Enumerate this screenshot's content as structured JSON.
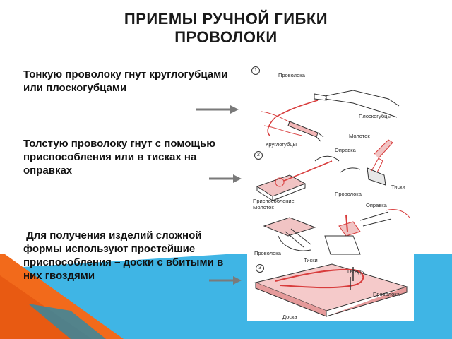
{
  "slide": {
    "title_line1": "ПРИЕМЫ РУЧНОЙ ГИБКИ",
    "title_line2": "ПРОВОЛОКИ",
    "paragraphs": [
      "Тонкую проволоку гнут круглогубцами или плоскогубцами",
      "Толстую проволоку гнут с помощью приспособления или в тисках на оправках",
      "Для получения изделий сложной формы используют простейшие приспособления – доски с вбитыми в них гвоздями"
    ]
  },
  "figure": {
    "numbers": [
      "1",
      "2",
      "3"
    ],
    "labels": {
      "provoloka_1": "Проволока",
      "ploskogubcy": "Плоскогубцы",
      "kruglogubcy": "Круглогубцы",
      "molotok_1": "Молоток",
      "opravka_1": "Оправка",
      "provoloka_2": "Проволока",
      "tiski_1": "Тиски",
      "prisposoblenie": "Приспособление",
      "molotok_2": "Молоток",
      "opravka_2": "Оправка",
      "provoloka_3": "Проволока",
      "tiski_2": "Тиски",
      "gvozd": "Гвоздь",
      "provoloka_4": "Проволока",
      "doska": "Доска"
    }
  },
  "colors": {
    "orange": "#f26a1b",
    "blue": "#3fb5e5",
    "teal": "#2a8aa8",
    "arrow": "#7a7a7a",
    "sketch_red": "#d83c3c"
  }
}
